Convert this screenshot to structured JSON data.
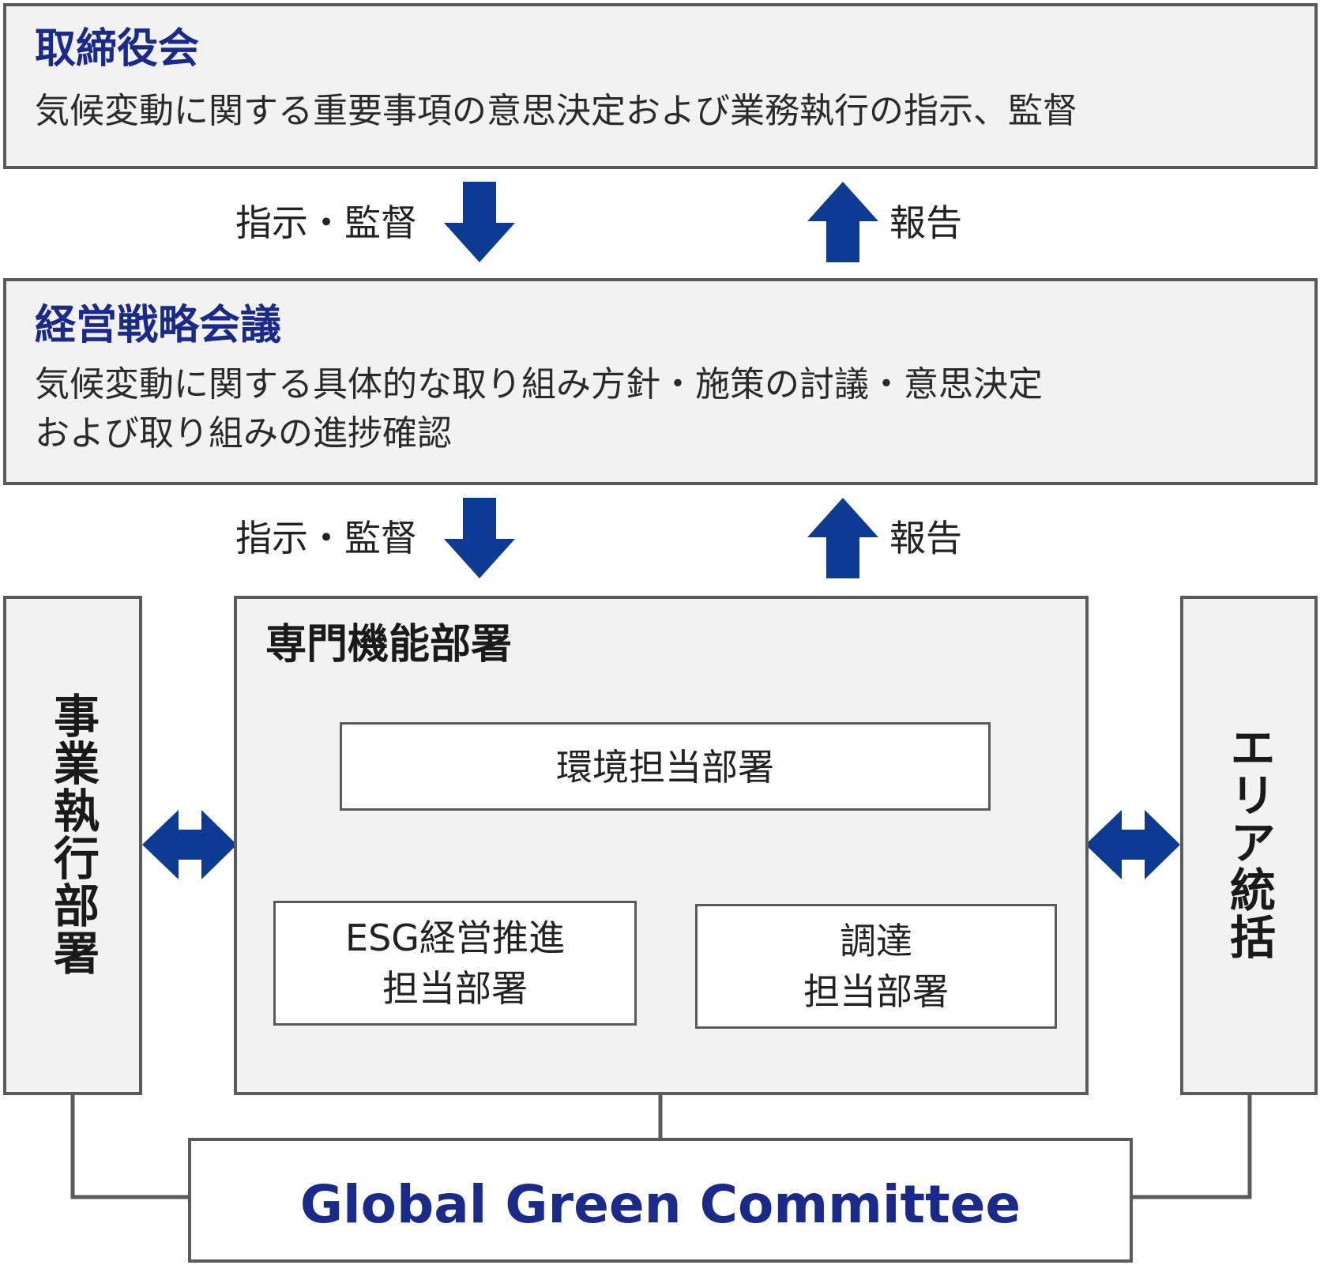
{
  "board": {
    "title": "取締役会",
    "desc": "気候変動に関する重要事項の意思決定および業務執行の指示、監督"
  },
  "arrows_top": {
    "down_label": "指示・監督",
    "up_label": "報告"
  },
  "strategy": {
    "title": "経営戦略会議",
    "desc_line1": "気候変動に関する具体的な取り組み方針・施策の討議・意思決定",
    "desc_line2": "および取り組みの進捗確認"
  },
  "arrows_mid": {
    "down_label": "指示・監督",
    "up_label": "報告"
  },
  "left_dept": {
    "label": "事業執行部署"
  },
  "right_dept": {
    "label": "エリア統括"
  },
  "functional": {
    "title": "専門機能部署",
    "env": "環境担当部署",
    "esg_line1": "ESG経営推進",
    "esg_line2": "担当部署",
    "proc_line1": "調達",
    "proc_line2": "担当部署"
  },
  "committee": {
    "label": "Global Green Committee"
  },
  "colors": {
    "arrow": "#0d3b94",
    "title": "#1a2a8a",
    "border": "#5a5a5a",
    "box_fill": "#f2f2f2"
  }
}
